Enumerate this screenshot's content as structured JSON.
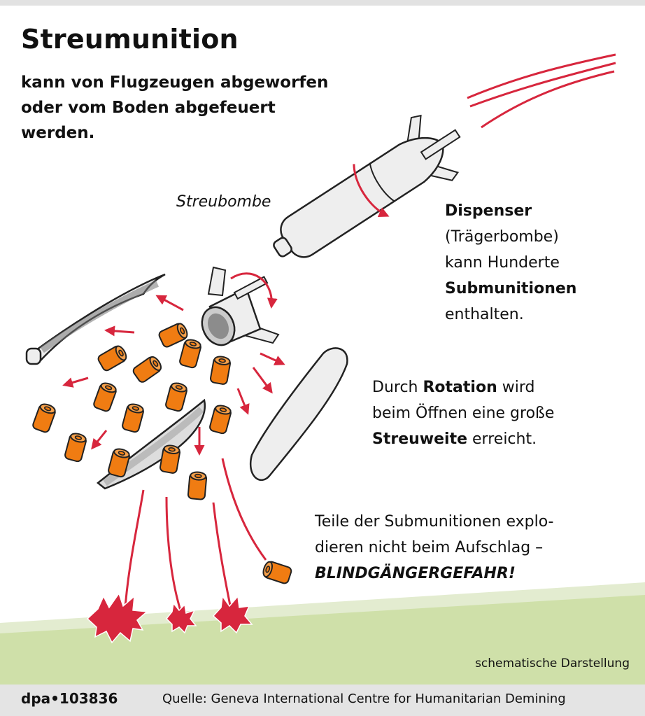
{
  "title": "Streumunition",
  "subtitle_lines": [
    "kann von Flugzeugen abgeworfen",
    "oder vom Boden abgefeuert",
    "werden."
  ],
  "streubombe_label": "Streubombe",
  "dispenser": {
    "line1_bold": "Dispenser",
    "line2": "(Trägerbombe)",
    "line3": "kann Hunderte",
    "line4_bold": "Submunitionen",
    "line5": "enthalten."
  },
  "rotation": {
    "l1_pre": "Durch ",
    "l1_bold": "Rotation",
    "l1_post": " wird",
    "l2": "beim Öffnen eine große",
    "l3_bold": "Streuweite",
    "l3_post": " erreicht."
  },
  "blindgaenger": {
    "l1": "Teile der Submunitionen explo-",
    "l2": "dieren nicht beim Aufschlag –",
    "l3_bold_italic": "BLINDGÄNGERGEFAHR!"
  },
  "note": "schematische Darstellung",
  "footer": {
    "dpa_id": "dpa•103836",
    "source": "Quelle: Geneva International Centre for Humanitarian Demining"
  },
  "colors": {
    "accent_red": "#d7263d",
    "submunition_orange": "#f07c12",
    "ground_green": "#cfe0a9",
    "bomb_fill": "#eeeeee",
    "footer_grey": "#e4e4e4"
  }
}
